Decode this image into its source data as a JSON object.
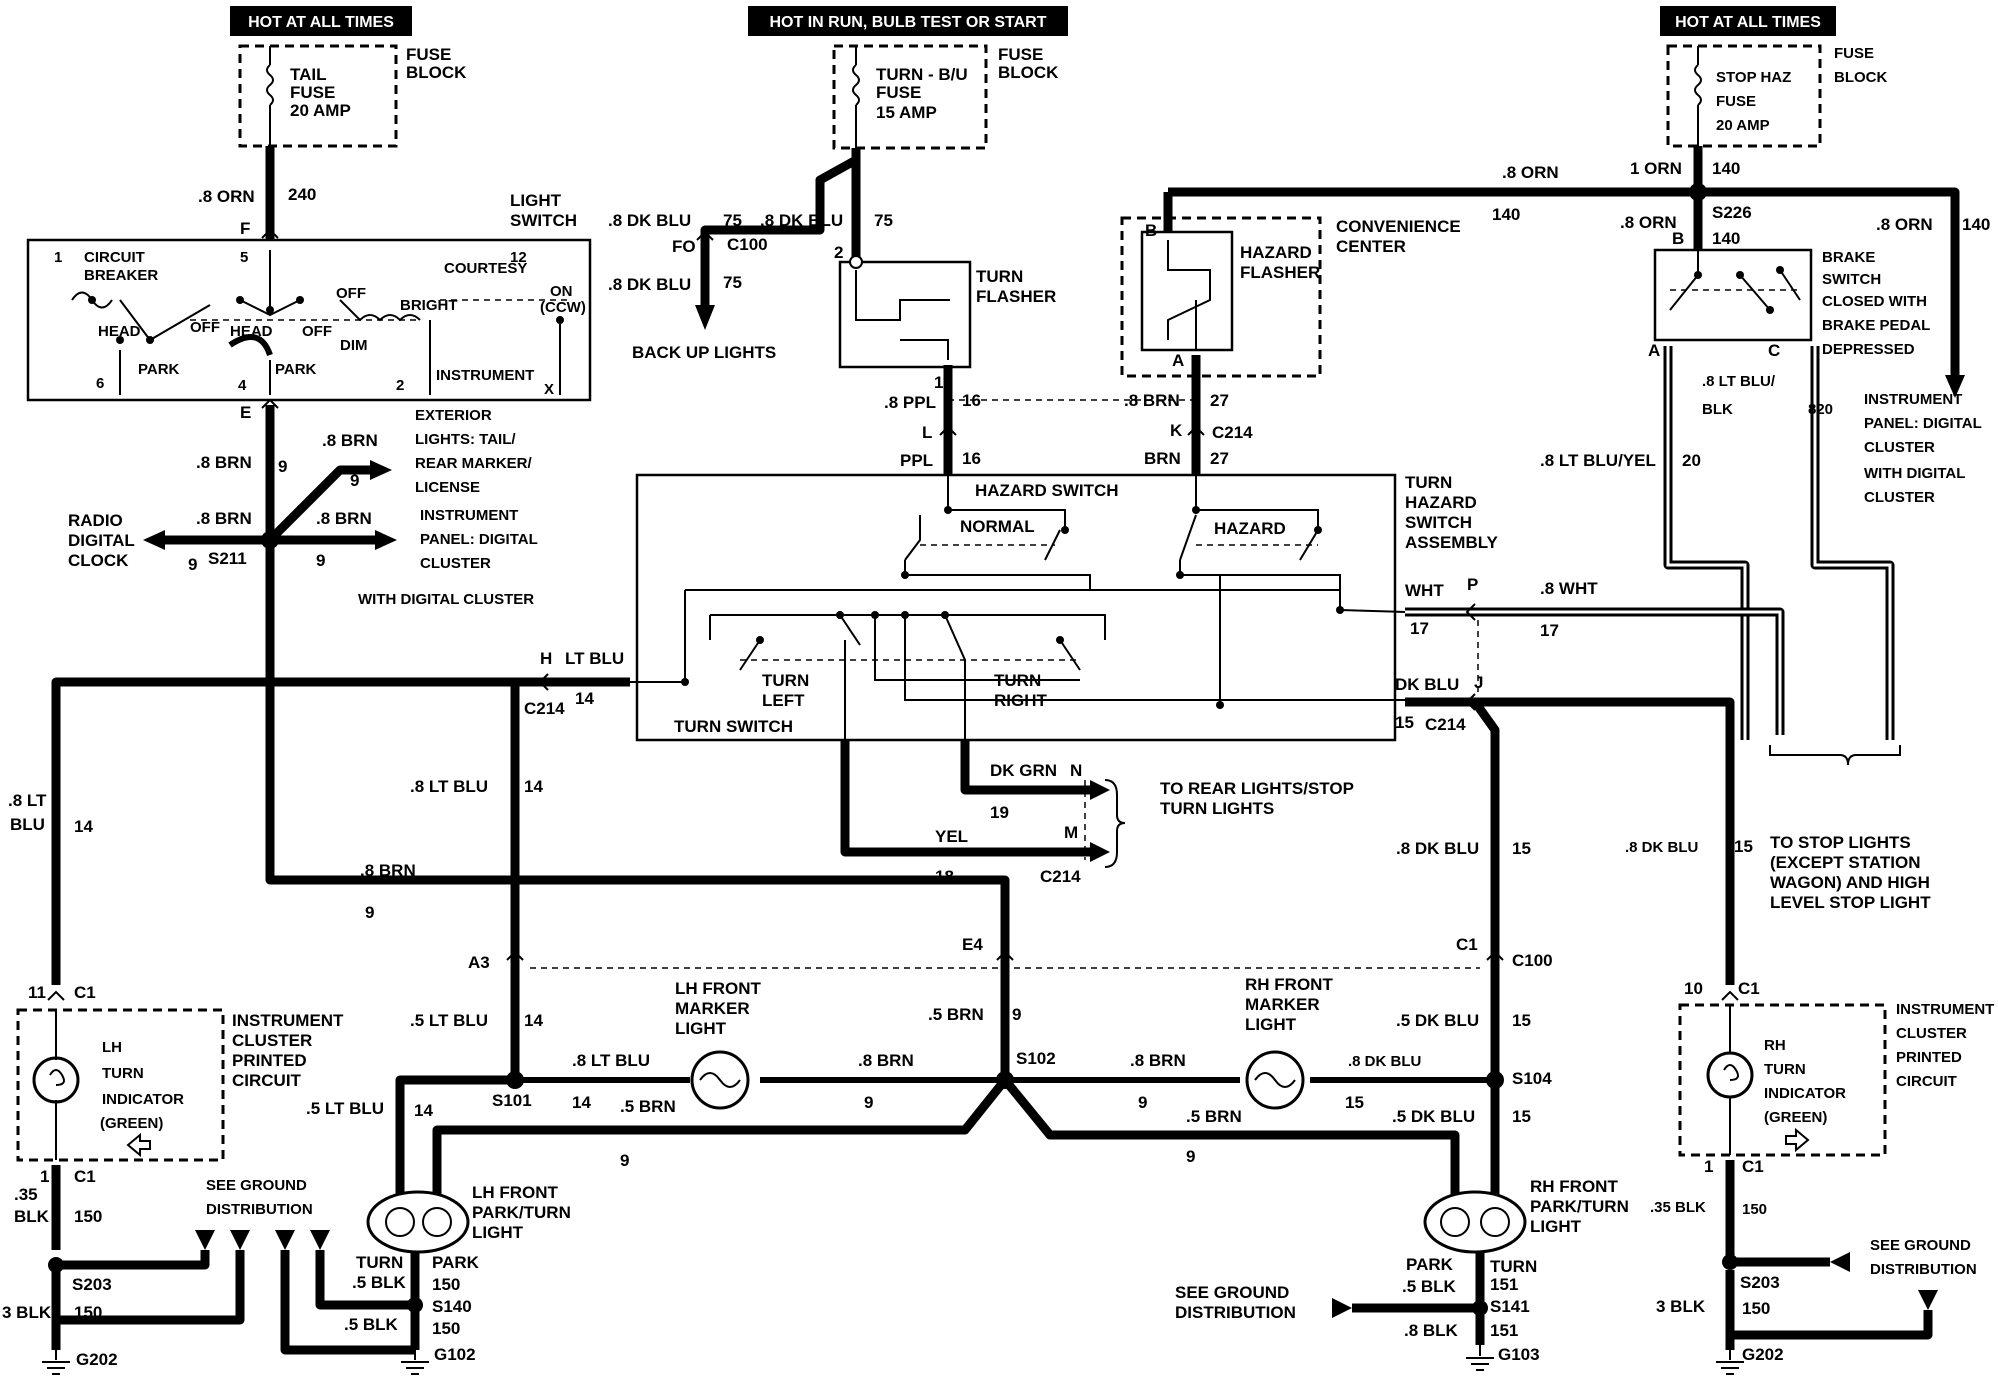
{
  "headers": {
    "hot1": "HOT AT ALL TIMES",
    "hot2": "HOT IN RUN, BULB TEST OR START",
    "hot3": "HOT AT ALL TIMES"
  },
  "fuses": {
    "tail": [
      "TAIL",
      "FUSE",
      "20 AMP"
    ],
    "turn": [
      "TURN - B/U",
      "FUSE",
      "15 AMP"
    ],
    "stop": [
      "STOP HAZ",
      "FUSE",
      "20 AMP"
    ],
    "fuse_block": [
      "FUSE",
      "BLOCK"
    ]
  },
  "components": {
    "light_switch": [
      "LIGHT",
      "SWITCH"
    ],
    "circuit_breaker": [
      "CIRCUIT",
      "BREAKER"
    ],
    "courtesy": "COURTESY",
    "on_ccw": [
      "ON",
      "(CCW)"
    ],
    "head": "HEAD",
    "park": "PARK",
    "off": "OFF",
    "bright": "BRIGHT",
    "dim": "DIM",
    "instrument": "INSTRUMENT",
    "turn_flasher": [
      "TURN",
      "FLASHER"
    ],
    "hazard_flasher": [
      "HAZARD",
      "FLASHER"
    ],
    "convenience_center": [
      "CONVENIENCE",
      "CENTER"
    ],
    "brake_switch": [
      "BRAKE",
      "SWITCH",
      "CLOSED WITH",
      "BRAKE PEDAL",
      "DEPRESSED"
    ],
    "hazard_switch": "HAZARD SWITCH",
    "normal": "NORMAL",
    "hazard": "HAZARD",
    "turn_left": [
      "TURN",
      "LEFT"
    ],
    "turn_right": [
      "TURN",
      "RIGHT"
    ],
    "turn_switch": "TURN SWITCH",
    "turn_hazard_assembly": [
      "TURN",
      "HAZARD",
      "SWITCH",
      "ASSEMBLY"
    ],
    "lh_front_marker": [
      "LH FRONT",
      "MARKER",
      "LIGHT"
    ],
    "rh_front_marker": [
      "RH FRONT",
      "MARKER",
      "LIGHT"
    ],
    "lh_front_park": [
      "LH FRONT",
      "PARK/TURN",
      "LIGHT"
    ],
    "rh_front_park": [
      "RH FRONT",
      "PARK/TURN",
      "LIGHT"
    ],
    "ic_left": [
      "INSTRUMENT",
      "CLUSTER",
      "PRINTED",
      "CIRCUIT"
    ],
    "ic_right": [
      "INSTRUMENT",
      "CLUSTER",
      "PRINTED",
      "CIRCUIT"
    ],
    "lh_indicator": [
      "LH",
      "TURN",
      "INDICATOR",
      "(GREEN)"
    ],
    "rh_indicator": [
      "RH",
      "TURN",
      "INDICATOR",
      "(GREEN)"
    ]
  },
  "destinations": {
    "backup": "BACK UP LIGHTS",
    "exterior": [
      "EXTERIOR",
      "LIGHTS: TAIL/",
      "REAR MARKER/",
      "LICENSE"
    ],
    "ip_digital": [
      "INSTRUMENT",
      "PANEL: DIGITAL",
      "CLUSTER"
    ],
    "with_digital": "WITH DIGITAL CLUSTER",
    "radio": [
      "RADIO",
      "DIGITAL",
      "CLOCK"
    ],
    "rear_lights": [
      "TO REAR LIGHTS/STOP",
      "TURN LIGHTS"
    ],
    "stop_lights": [
      "TO STOP LIGHTS",
      "(EXCEPT STATION",
      "WAGON) AND HIGH",
      "LEVEL STOP LIGHT"
    ],
    "ip_right": [
      "INSTRUMENT",
      "PANEL: DIGITAL",
      "CLUSTER",
      "WITH DIGITAL",
      "CLUSTER"
    ],
    "see_ground": [
      "SEE GROUND",
      "DISTRIBUTION"
    ]
  },
  "wires": {
    "w_8orn": ".8 ORN",
    "w_1orn": "1 ORN",
    "c240": "240",
    "c140": "140",
    "w_8dkblu": ".8 DK BLU",
    "c75": "75",
    "fo": "FO",
    "c100": "C100",
    "w_8ppl": ".8 PPL",
    "c16": "16",
    "ppl": "PPL",
    "l": "L",
    "w_8brn": ".8 BRN",
    "c27": "27",
    "brn": "BRN",
    "k": "K",
    "c214": "C214",
    "c9": "9",
    "s211": "S211",
    "s226": "S226",
    "w_8ltbluyel": ".8 LT BLU/YEL",
    "c20": "20",
    "w_8ltblublk": [
      ".8 LT BLU/",
      "BLK"
    ],
    "c820": "820",
    "wht": "WHT",
    "p": "P",
    "w_8wht": ".8 WHT",
    "c17": "17",
    "h": "H",
    "ltblu": "LT BLU",
    "c14": "14",
    "dkblu": "DK BLU",
    "j": "J",
    "c15": "15",
    "w_8ltblu": ".8 LT BLU",
    "w_8lt": ".8 LT",
    "blu": "BLU",
    "dkgrn": "DK GRN",
    "n": "N",
    "c19": "19",
    "yel": "YEL",
    "m": "M",
    "c18": "18",
    "a3": "A3",
    "e4": "E4",
    "c1": "C1",
    "w_5ltblu": ".5 LT BLU",
    "w_5brn": ".5 BRN",
    "w_5dkblu": ".5 DK BLU",
    "s101": "S101",
    "s102": "S102",
    "s104": "S104",
    "c11": "11",
    "c10": "10",
    "c1n": "1",
    "w_35blk": ".35",
    "blk": "BLK",
    "c150": "150",
    "w_35blk2": ".35 BLK",
    "s203": "S203",
    "w_3blk": "3 BLK",
    "g202": "G202",
    "turn": "TURN",
    "park": "PARK",
    "w_5blk": ".5 BLK",
    "s140": "S140",
    "s141": "S141",
    "g102": "G102",
    "g103": "G103",
    "c151": "151",
    "w_8blk": ".8 BLK",
    "f": "F",
    "e": "E",
    "b": "B",
    "a": "A",
    "c": "C",
    "n1": "1",
    "n2": "2",
    "n4": "4",
    "n5": "5",
    "n6": "6",
    "n12": "12",
    "nx": "X"
  }
}
